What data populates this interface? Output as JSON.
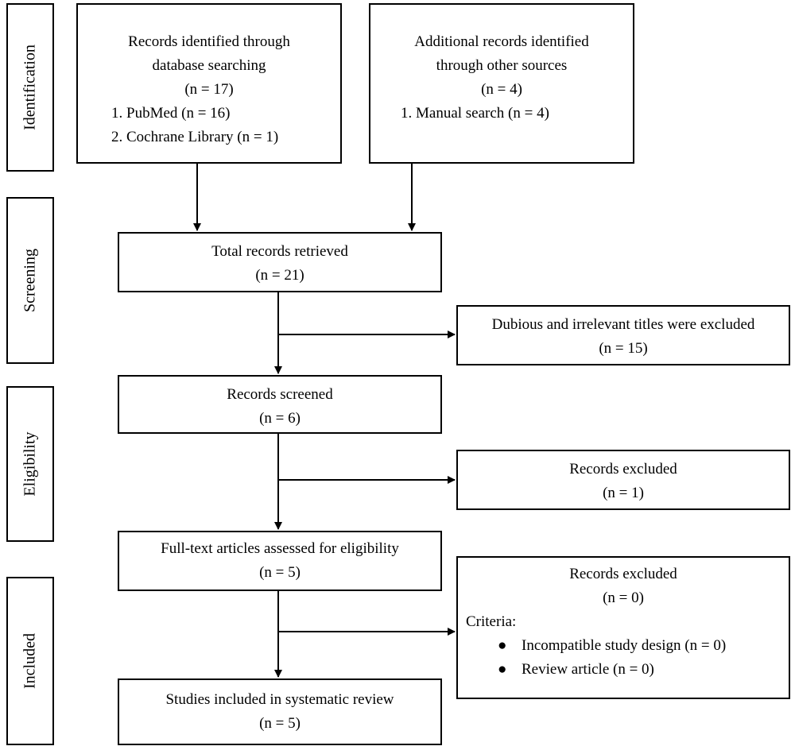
{
  "stages": {
    "identification": "Identification",
    "screening": "Screening",
    "eligibility": "Eligibility",
    "included": "Included"
  },
  "db_search": {
    "line1": "Records identified through",
    "line2": "database searching",
    "count": "(n = 17)",
    "items": [
      "1.  PubMed (n = 16)",
      "2.  Cochrane Library (n = 1)"
    ]
  },
  "other_sources": {
    "line1": "Additional records identified",
    "line2": "through other sources",
    "count": "(n = 4)",
    "items": [
      "1.  Manual search  (n = 4)"
    ]
  },
  "total": {
    "line1": "Total records retrieved",
    "count": "(n = 21)"
  },
  "excluded_titles": {
    "line1": "Dubious and irrelevant titles were excluded",
    "count": "(n = 15)"
  },
  "screened": {
    "line1": "Records screened",
    "count": "(n = 6)"
  },
  "excluded_1": {
    "line1": "Records excluded",
    "count": "(n = 1)"
  },
  "fulltext": {
    "line1": "Full-text articles assessed  for eligibility",
    "count": "(n = 5)"
  },
  "excluded_2": {
    "line1": "Records excluded",
    "count": "(n = 0)",
    "criteria_label": "Criteria:",
    "criteria": [
      "Incompatible study design (n = 0)",
      "Review article (n = 0)"
    ]
  },
  "included": {
    "line1": "Studies included in systematic review",
    "count": "(n = 5)"
  }
}
